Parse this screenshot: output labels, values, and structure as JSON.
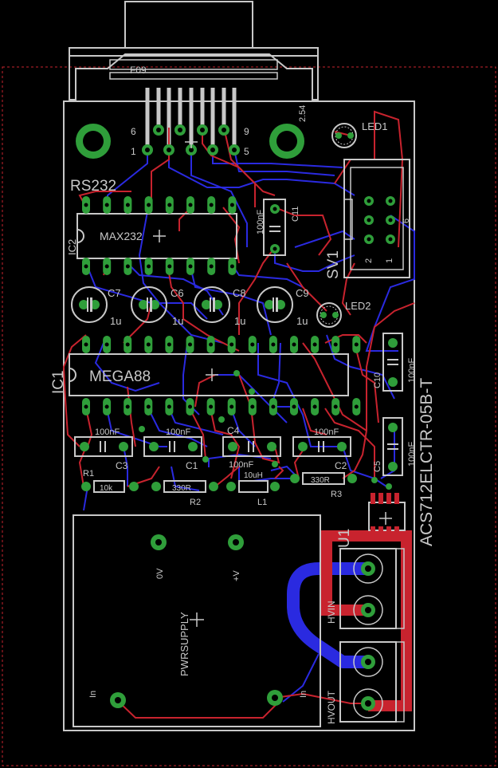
{
  "colors": {
    "background": "#000000",
    "silkscreen": "#c8c8c8",
    "top_copper": "#c8232e",
    "bottom_copper": "#2a2ae0",
    "pad": "#2f9e3a",
    "outline_dim": "#c8232e"
  },
  "connector": {
    "name": "F09",
    "pin_labels": [
      "6",
      "9",
      "1",
      "5"
    ],
    "spacing": "2.54"
  },
  "labels": {
    "rs232": "RS232",
    "max232": "MAX232",
    "ic2": "IC2",
    "c11": "C11",
    "c11_value": "100nF",
    "sv1": "SV1",
    "sv1_pin_a": "2",
    "sv1_pin_b": "1",
    "sv1_pin_c": "6",
    "led1": "LED1",
    "led2": "LED2",
    "mega88": "MEGA88",
    "ic1": "IC1",
    "sensor": "ACS712ELCTR-05B-T",
    "u1": "U1"
  },
  "electrolytic_caps": [
    {
      "name": "C7",
      "value": "1u"
    },
    {
      "name": "C6",
      "value": "1u"
    },
    {
      "name": "C8",
      "value": "1u"
    },
    {
      "name": "C9",
      "value": "1u"
    }
  ],
  "ceramic_caps": [
    {
      "name": "C3",
      "value": "100nF"
    },
    {
      "name": "C1",
      "value": "100nF"
    },
    {
      "name": "C4",
      "value": "100nF"
    },
    {
      "name": "C2",
      "value": "100nF"
    },
    {
      "name": "C10",
      "value": "100nF"
    },
    {
      "name": "C5",
      "value": "100nF"
    }
  ],
  "resistors": [
    {
      "name": "R1",
      "value": "10k"
    },
    {
      "name": "R2",
      "value": "330R"
    },
    {
      "name": "R3",
      "value": "330R"
    }
  ],
  "inductor": {
    "name": "L1",
    "value": "10uH"
  },
  "power_supply": {
    "name": "PWRSUPPLY",
    "pin_0v": "0V",
    "pin_plus": "+V",
    "in_left": "In",
    "in_right": "In"
  },
  "terminals": {
    "hvin": "HVIN",
    "hvout": "HVOUT"
  }
}
